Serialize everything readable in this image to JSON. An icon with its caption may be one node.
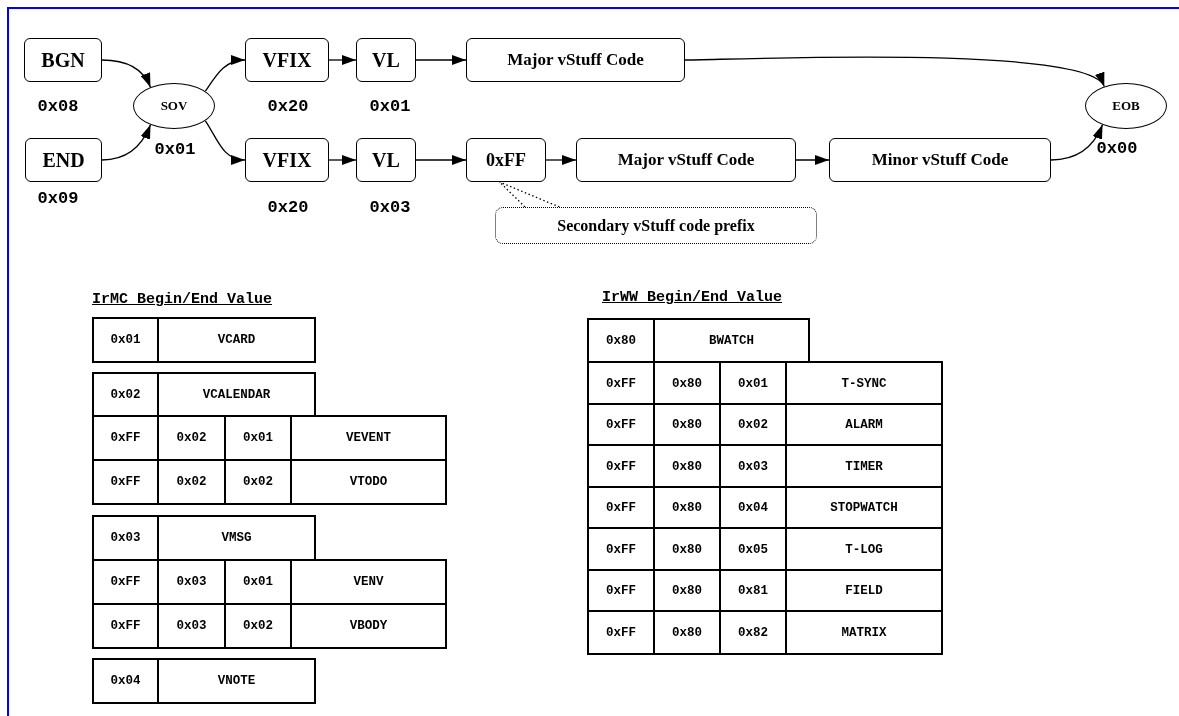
{
  "diagram": {
    "nodes": [
      {
        "text": [
          "BGN"
        ],
        "beside": [
          "0x08"
        ]
      },
      {
        "text": [
          "END"
        ],
        "beside": [
          "0x09"
        ]
      },
      {
        "text": [
          "SOV"
        ],
        "beside": [
          "0x01"
        ]
      },
      {
        "text": [
          "VFIX"
        ],
        "beside": [
          "0x20"
        ]
      },
      {
        "text": [
          "VL"
        ],
        "beside": [
          "0x01"
        ]
      },
      {
        "text": [
          "Major vStuff Code"
        ]
      },
      {
        "text": [
          "VFIX"
        ],
        "beside": [
          "0x20"
        ]
      },
      {
        "text": [
          "VL"
        ],
        "beside": [
          "0x03"
        ]
      },
      {
        "text": [
          "0xFF"
        ]
      },
      {
        "text": [
          "Major vStuff Code"
        ]
      },
      {
        "text": [
          "Minor vStuff Code"
        ]
      },
      {
        "text": [
          "EOB"
        ],
        "beside": [
          "0x00"
        ]
      },
      {
        "text": [
          "Secondary vStuff code prefix"
        ]
      }
    ],
    "edges": [
      {
        "from": 0,
        "to": 2,
        "arrow": "to"
      },
      {
        "from": 1,
        "to": 2,
        "arrow": "to"
      },
      {
        "from": 2,
        "to": 3,
        "arrow": "to"
      },
      {
        "from": 2,
        "to": 6,
        "arrow": "to"
      },
      {
        "from": 3,
        "to": 4,
        "arrow": "to"
      },
      {
        "from": 4,
        "to": 5,
        "arrow": "to"
      },
      {
        "from": 5,
        "to": 11,
        "arrow": "to"
      },
      {
        "from": 6,
        "to": 7,
        "arrow": "to"
      },
      {
        "from": 7,
        "to": 8,
        "arrow": "to"
      },
      {
        "from": 8,
        "to": 9,
        "arrow": "to"
      },
      {
        "from": 9,
        "to": 10,
        "arrow": "to"
      },
      {
        "from": 10,
        "to": 11,
        "arrow": "to"
      },
      {
        "from": 12,
        "to": 8,
        "arrow": "none",
        "style": "dashed"
      }
    ],
    "labels": [
      "IrMC Begin/End Value",
      "0x01",
      "VCARD",
      "0x02",
      "VCALENDAR",
      "0xFF",
      "0x02",
      "0x01",
      "VEVENT",
      "0xFF",
      "0x02",
      "0x02",
      "VTODO",
      "0x03",
      "VMSG",
      "0xFF",
      "0x03",
      "0x01",
      "VENV",
      "0xFF",
      "0x03",
      "0x02",
      "VBODY",
      "0x04",
      "VNOTE",
      "IrWW Begin/End Value",
      "0x80",
      "BWATCH",
      "0xFF",
      "0x80",
      "0x01",
      "T-SYNC",
      "0xFF",
      "0x80",
      "0x02",
      "ALARM",
      "0xFF",
      "0x80",
      "0x03",
      "TIMER",
      "0xFF",
      "0x80",
      "0x04",
      "STOPWATCH",
      "0xFF",
      "0x80",
      "0x05",
      "T-LOG",
      "0xFF",
      "0x80",
      "0x81",
      "FIELD",
      "0xFF",
      "0x80",
      "0x82",
      "MATRIX"
    ]
  }
}
